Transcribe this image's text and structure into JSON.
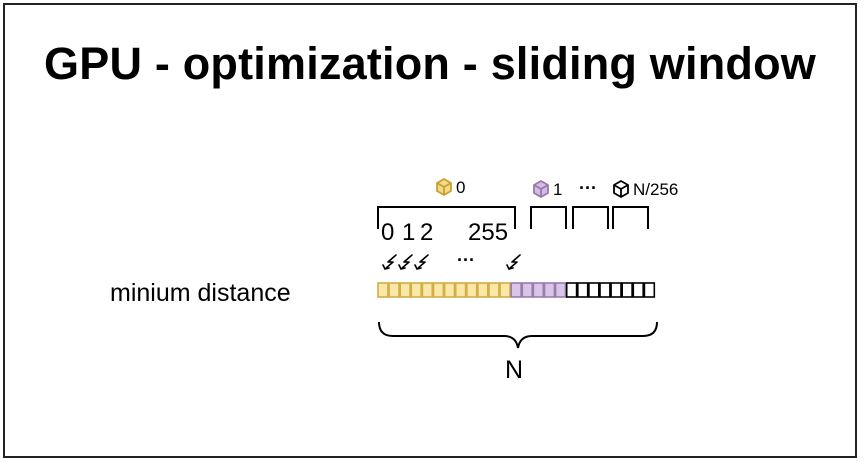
{
  "title": "GPU - optimization - sliding window",
  "row_label": "minium distance",
  "size_label": "N",
  "blocks": [
    {
      "label": "0",
      "color": "#e8c96a",
      "stroke": "#c9a032"
    },
    {
      "label": "1",
      "color": "#c9aed9",
      "stroke": "#9a77ad"
    },
    {
      "label": "N/256",
      "color": "#ffffff",
      "stroke": "#000000"
    }
  ],
  "block_ellipsis": "···",
  "thread_indices": [
    "0",
    "1",
    "2",
    "255"
  ],
  "thread_ellipsis": "···",
  "colors": {
    "gold_cell": "#fbe7a8",
    "gold_stroke": "#d2ae45",
    "purple_cell": "#d9c6e6",
    "purple_stroke": "#9b7bb0",
    "black_stroke": "#000000"
  },
  "icons": [
    "cube-icon",
    "lightning-icon"
  ]
}
